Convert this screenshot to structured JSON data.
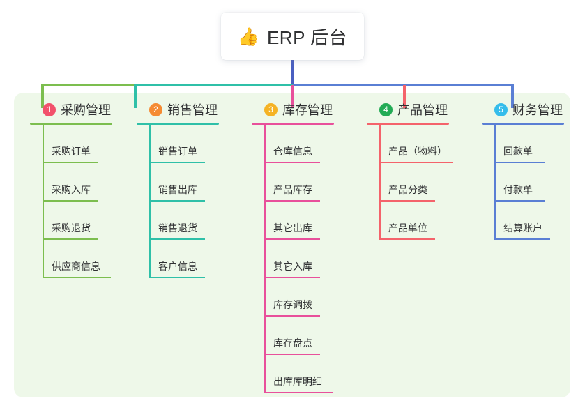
{
  "root": {
    "icon": "thumbs-up-icon",
    "emoji": "👍",
    "title": "ERP 后台"
  },
  "theme": {
    "panel_bg": "#eef8e9",
    "page_bg": "#ffffff",
    "text": "#303133",
    "trunk": "#4a5fc1"
  },
  "branches": [
    {
      "number": "1",
      "title": "采购管理",
      "badge_color": "#f2516b",
      "line_color": "#7cbe4f",
      "rule_width": 118,
      "items": [
        {
          "label": "采购订单",
          "rule_width": 80
        },
        {
          "label": "采购入库",
          "rule_width": 80
        },
        {
          "label": "采购退货",
          "rule_width": 80
        },
        {
          "label": "供应商信息",
          "rule_width": 98
        }
      ]
    },
    {
      "number": "2",
      "title": "销售管理",
      "badge_color": "#f58b33",
      "line_color": "#2fc0a8",
      "rule_width": 118,
      "items": [
        {
          "label": "销售订单",
          "rule_width": 80
        },
        {
          "label": "销售出库",
          "rule_width": 80
        },
        {
          "label": "销售退货",
          "rule_width": 80
        },
        {
          "label": "客户信息",
          "rule_width": 80
        }
      ]
    },
    {
      "number": "3",
      "title": "库存管理",
      "badge_color": "#f5b325",
      "line_color": "#e8509b",
      "rule_width": 118,
      "items": [
        {
          "label": "仓库信息",
          "rule_width": 80
        },
        {
          "label": "产品库存",
          "rule_width": 80
        },
        {
          "label": "其它出库",
          "rule_width": 80
        },
        {
          "label": "其它入库",
          "rule_width": 80
        },
        {
          "label": "库存调拨",
          "rule_width": 80
        },
        {
          "label": "库存盘点",
          "rule_width": 80
        },
        {
          "label": "出库库明细",
          "rule_width": 98
        }
      ]
    },
    {
      "number": "4",
      "title": "产品管理",
      "badge_color": "#22ab55",
      "line_color": "#f4636b",
      "rule_width": 118,
      "items": [
        {
          "label": "产品（物料）",
          "rule_width": 106
        },
        {
          "label": "产品分类",
          "rule_width": 80
        },
        {
          "label": "产品单位",
          "rule_width": 80
        }
      ]
    },
    {
      "number": "5",
      "title": "财务管理",
      "badge_color": "#35bdeb",
      "line_color": "#5a7fd4",
      "rule_width": 118,
      "items": [
        {
          "label": "回款单",
          "rule_width": 72
        },
        {
          "label": "付款单",
          "rule_width": 72
        },
        {
          "label": "结算账户",
          "rule_width": 80
        }
      ]
    }
  ],
  "connector_segments": [
    {
      "name": "trunk-vertical",
      "color": "#4a5fc1"
    },
    {
      "name": "bar-green",
      "color": "#7cbe4f"
    },
    {
      "name": "bar-teal",
      "color": "#2fc0a8"
    },
    {
      "name": "bar-blue",
      "color": "#5a7fd4"
    },
    {
      "name": "drop-1",
      "color": "#7cbe4f"
    },
    {
      "name": "drop-2",
      "color": "#2fc0a8"
    },
    {
      "name": "drop-3",
      "color": "#e8509b"
    },
    {
      "name": "drop-4",
      "color": "#f4636b"
    },
    {
      "name": "drop-5",
      "color": "#5a7fd4"
    }
  ]
}
